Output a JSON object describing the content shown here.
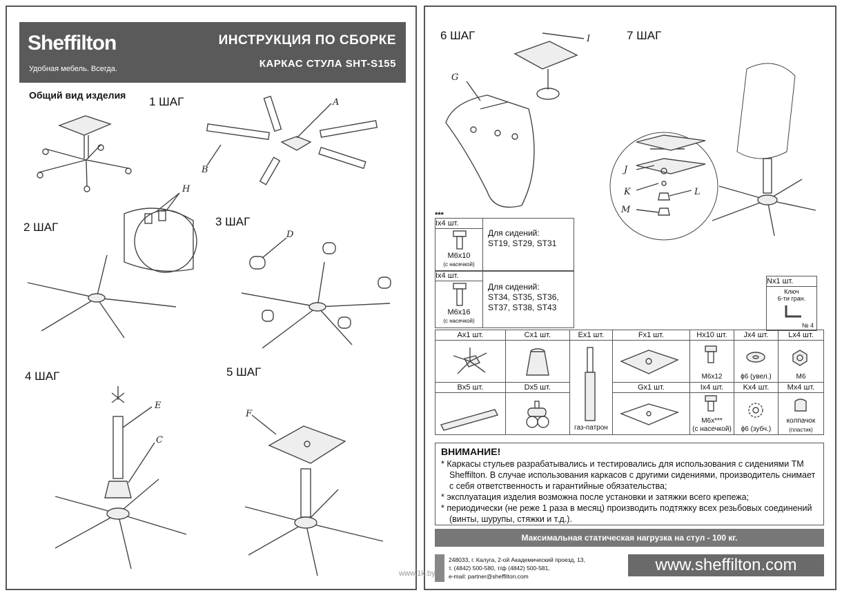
{
  "left": {
    "brand": "Sheffilton",
    "slogan": "Удобная мебель. Всегда.",
    "title1": "ИНСТРУКЦИЯ ПО СБОРКЕ",
    "title2": "КАРКАС СТУЛА SHT-S155",
    "overview": "Общий вид изделия",
    "steps": [
      "1 ШАГ",
      "2 ШАГ",
      "3 ШАГ",
      "4 ШАГ",
      "5 ШАГ"
    ],
    "labels": {
      "a": "A",
      "b": "B",
      "h": "H",
      "d": "D",
      "e": "E",
      "c": "C",
      "f": "F"
    }
  },
  "right": {
    "steps": [
      "6 ШАГ",
      "7 ШАГ"
    ],
    "labels": {
      "i": "I",
      "g": "G",
      "j": "J",
      "k": "K",
      "l": "L",
      "m": "M"
    },
    "stars": "***",
    "screws": [
      {
        "head": "Ix4 шт.",
        "size": "M6x10",
        "note": "(с насечкой)",
        "seats_title": "Для сидений:",
        "seats": "ST19, ST29, ST31",
        "seats2": ""
      },
      {
        "head": "Ix4 шт.",
        "size": "M6x16",
        "note": "(с насечкой)",
        "seats_title": "Для сидений:",
        "seats": "ST34, ST35, ST36,",
        "seats2": "ST37, ST38, ST43"
      }
    ],
    "key": {
      "head": "Nx1 шт.",
      "name": "Ключ",
      "desc": "6-ти гран.",
      "no": "№ 4"
    },
    "parts_row1": [
      {
        "head": "Ax1 шт.",
        "cap": ""
      },
      {
        "head": "Cx1 шт.",
        "cap": ""
      },
      {
        "head": "Ex1 шт.",
        "cap": ""
      },
      {
        "head": "Fx1 шт.",
        "cap": ""
      },
      {
        "head": "Hx10 шт.",
        "cap": "M6x12"
      },
      {
        "head": "Jx4 шт.",
        "cap": "ϕ6 (увел.)"
      },
      {
        "head": "Lx4 шт.",
        "cap": "M6"
      }
    ],
    "parts_row2": [
      {
        "head": "Bx5 шт.",
        "cap": ""
      },
      {
        "head": "Dx5 шт.",
        "cap": ""
      },
      {
        "head": "",
        "cap": "газ-патрон"
      },
      {
        "head": "Gx1 шт.",
        "cap": ""
      },
      {
        "head": "Ix4 шт.",
        "cap": "M6x***",
        "cap2": "(с насечкой)"
      },
      {
        "head": "Kx4 шт.",
        "cap": "ϕ6 (зубч.)"
      },
      {
        "head": "Mx4 шт.",
        "cap": "колпачок",
        "cap2": "(пластик)"
      }
    ],
    "warning_title": "ВНИМАНИЕ!",
    "warnings": [
      "* Каркасы стульев разрабатывались и тестировались для использования с сидениями ТМ Sheffilton. В случае использования каркасов с другими сидениями, производитель снимает с себя ответственность и гарантийные обязательства;",
      "* эксплуатация изделия возможна после установки и затяжки всего крепежа;",
      "* периодически (не реже 1 раза в месяц) производить подтяжку всех резьбовых соединений (винты, шурупы, стяжки и т.д.)."
    ],
    "load": "Максимальная статическая нагрузка на стул - 100 кг.",
    "address": [
      "248033, г. Калуга, 2-ой Академический проезд, 13,",
      "т. (4842) 500-580, т/ф (4842) 500-581,",
      "e-mail: partner@sheffilton.com"
    ],
    "site": "www.sheffilton.com",
    "watermark": "www.1k.by"
  }
}
